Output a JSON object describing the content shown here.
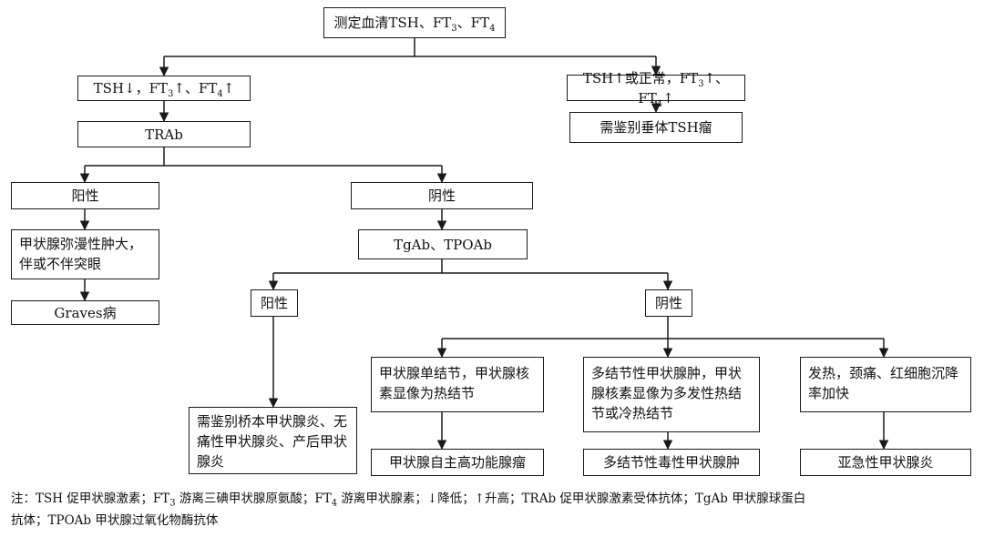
{
  "nodes": {
    "root": {
      "pre": "测定血清TSH、FT",
      "s1": "3",
      "mid": "、FT",
      "s2": "4"
    },
    "left1": {
      "pre": "TSH↓，FT",
      "s1": "3",
      "mid": "↑、FT",
      "s2": "4",
      "post": "↑"
    },
    "right1": {
      "pre": "TSH↑或正常，FT",
      "s1": "3",
      "mid": "↑、FT",
      "s2": "4",
      "post": "↑"
    },
    "right2": "需鉴别垂体TSH瘤",
    "trab": "TRAb",
    "pos1": "阳性",
    "neg1": "阴性",
    "diffuse": "甲状腺弥漫性肿大，伴或不伴突眼",
    "tgab": "TgAb、TPOAb",
    "graves": "Graves病",
    "pos2": "阳性",
    "neg2": "阴性",
    "hashimoto": "需鉴别桥本甲状腺炎、无痛性甲状腺炎、产后甲状腺炎",
    "single_nodule": "甲状腺单结节，甲状腺核素显像为热结节",
    "multi_nodule": "多结节性甲状腺肿，甲状腺核素显像为多发性热结节或冷热结节",
    "fever": "发热，颈痛、红细胞沉降率加快",
    "adenoma": "甲状腺自主高功能腺瘤",
    "toxic_goiter": "多结节性毒性甲状腺肿",
    "subacute": "亚急性甲状腺炎"
  },
  "note": {
    "line1": {
      "a": "注：TSH 促甲状腺激素；FT",
      "s1": "3",
      "b": " 游离三碘甲状腺原氨酸；FT",
      "s2": "4",
      "c": " 游离甲状腺素；↓降低；↑升高；TRAb 促甲状腺激素受体抗体；TgAb 甲状腺球蛋白"
    },
    "line2": "抗体；TPOAb 甲状腺过氧化物酶抗体"
  }
}
